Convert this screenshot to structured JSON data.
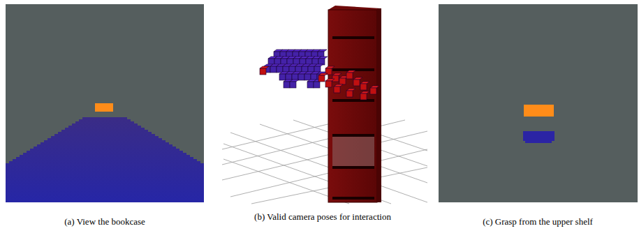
{
  "diagram": {
    "labels": [
      "(a) View the bookcase",
      "(b) Valid camera poses for interaction",
      "(c) Grasp from the upper shelf"
    ]
  }
}
